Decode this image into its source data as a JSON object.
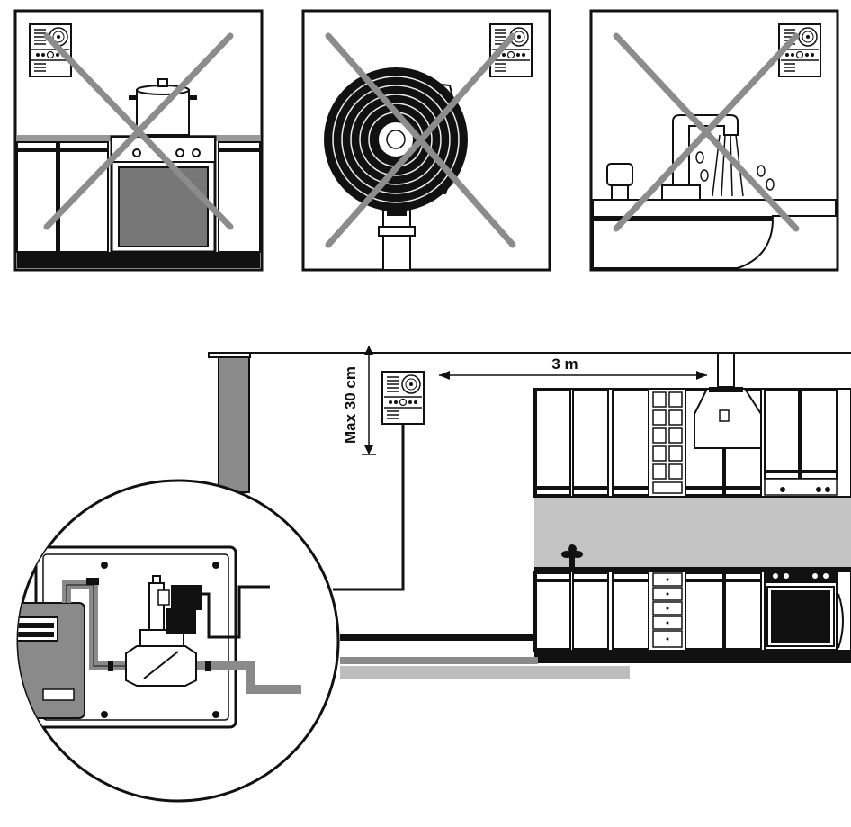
{
  "measurements": {
    "distance_label": "3 m",
    "height_label": "Max 30 cm"
  },
  "colors": {
    "ink": "#111111",
    "gray": "#8a8a8a",
    "light_gray": "#bdbdbd",
    "cross": "#8c8c8c",
    "wall_gray": "#c4c4c4",
    "white": "#ffffff"
  },
  "panels": [
    {
      "id": "stove",
      "prohibited": true,
      "icon": "cooking-pot-on-stove"
    },
    {
      "id": "fan",
      "prohibited": true,
      "icon": "electric-fan"
    },
    {
      "id": "sink",
      "prohibited": true,
      "icon": "water-tap-splash"
    }
  ],
  "icons": {
    "detector": "gas-detector-icon",
    "valve": "solenoid-valve-icon",
    "meter": "gas-meter-icon",
    "range_hood": "range-hood-icon",
    "oven": "oven-icon"
  }
}
